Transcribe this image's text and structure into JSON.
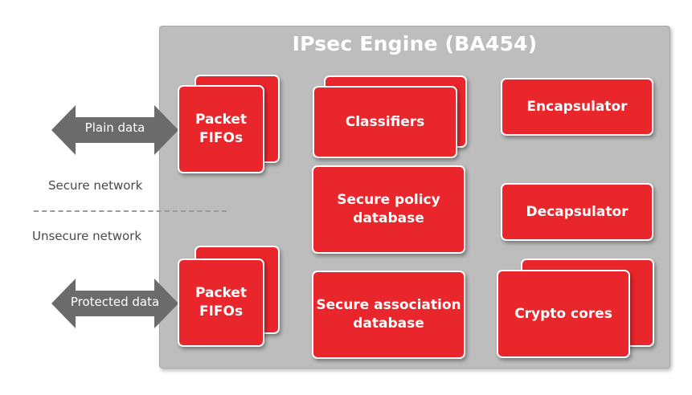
{
  "diagram": {
    "title": "IPsec Engine (BA454)",
    "left": {
      "plain_data": "Plain data",
      "protected_data": "Protected data",
      "secure_network": "Secure network",
      "unsecure_network": "Unsecure network"
    },
    "blocks": {
      "packet_fifos_top": "Packet\nFIFOs",
      "packet_fifos_bottom": "Packet\nFIFOs",
      "classifiers": "Classifiers",
      "secure_policy_database": "Secure policy\ndatabase",
      "secure_association_database": "Secure association\ndatabase",
      "encapsulator": "Encapsulator",
      "decapsulator": "Decapsulator",
      "crypto_cores": "Crypto cores"
    },
    "colors": {
      "block_red": "#e8262b",
      "engine_gray": "#bdbdbd",
      "arrow_gray": "#6b6b6b"
    }
  }
}
